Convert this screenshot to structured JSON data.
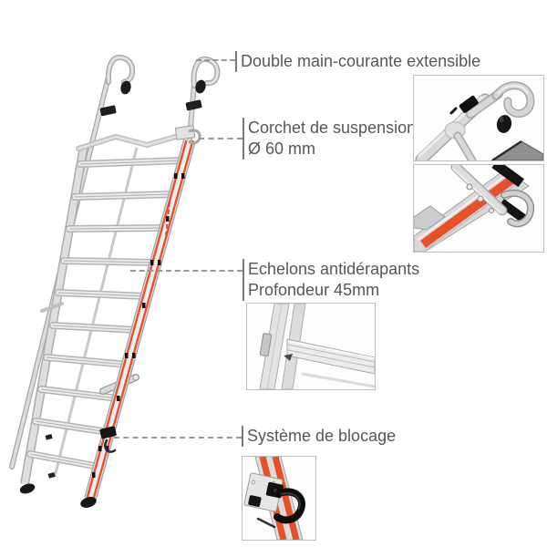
{
  "page": {
    "background": "#ffffff",
    "description": "Annotated product diagram of an extensible hook ladder"
  },
  "annotations": [
    {
      "id": "handrail",
      "line1": "Double main-courante extensible",
      "line2": ""
    },
    {
      "id": "hook",
      "line1": "Corchet de suspension",
      "line2": "Ø 60 mm"
    },
    {
      "id": "rungs",
      "line1": "Echelons antidérapants",
      "line2": "Profondeur 45mm"
    },
    {
      "id": "locking",
      "line1": "Système de blocage",
      "line2": ""
    }
  ],
  "detail_images": [
    {
      "name": "detail-extensible-handrail-hook"
    },
    {
      "name": "detail-suspension-hook"
    },
    {
      "name": "detail-antislip-rung"
    },
    {
      "name": "detail-locking-system"
    }
  ],
  "colors": {
    "accent_orange": "#e8502a",
    "brand_red": "#d43f1e",
    "text_gray": "#55575a",
    "leader_line_gray": "#95989a",
    "metal_light": "#ededed",
    "metal_mid": "#c4c4c4",
    "metal_dark": "#a8a8a8",
    "detail_black": "#161616",
    "thumb_border": "#bfbfbf",
    "background": "#ffffff"
  }
}
